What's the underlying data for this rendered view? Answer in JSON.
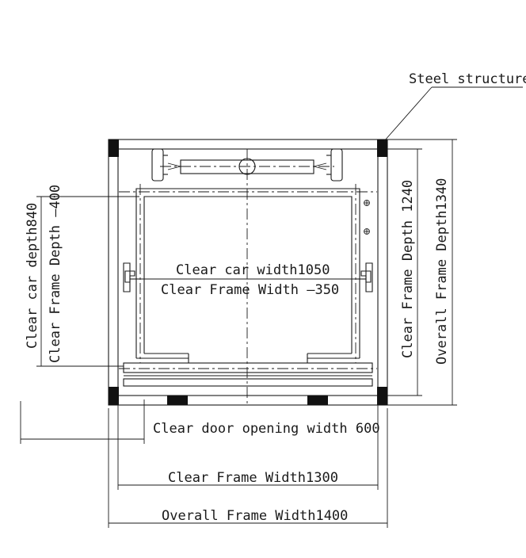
{
  "labels": {
    "steel_structure": "Steel structure",
    "clear_car_width": "Clear car width1050",
    "clear_frame_width_350": "Clear Frame Width —350",
    "clear_door_opening": "Clear door opening width 600",
    "clear_frame_width": "Clear Frame Width1300",
    "overall_frame_width": "Overall Frame Width1400",
    "clear_car_depth": "Clear car depth840",
    "clear_frame_depth_400": "Clear Frame Depth —400",
    "clear_frame_depth": "Clear Frame Depth 1240",
    "overall_frame_depth": "Overall Frame Depth1340"
  }
}
